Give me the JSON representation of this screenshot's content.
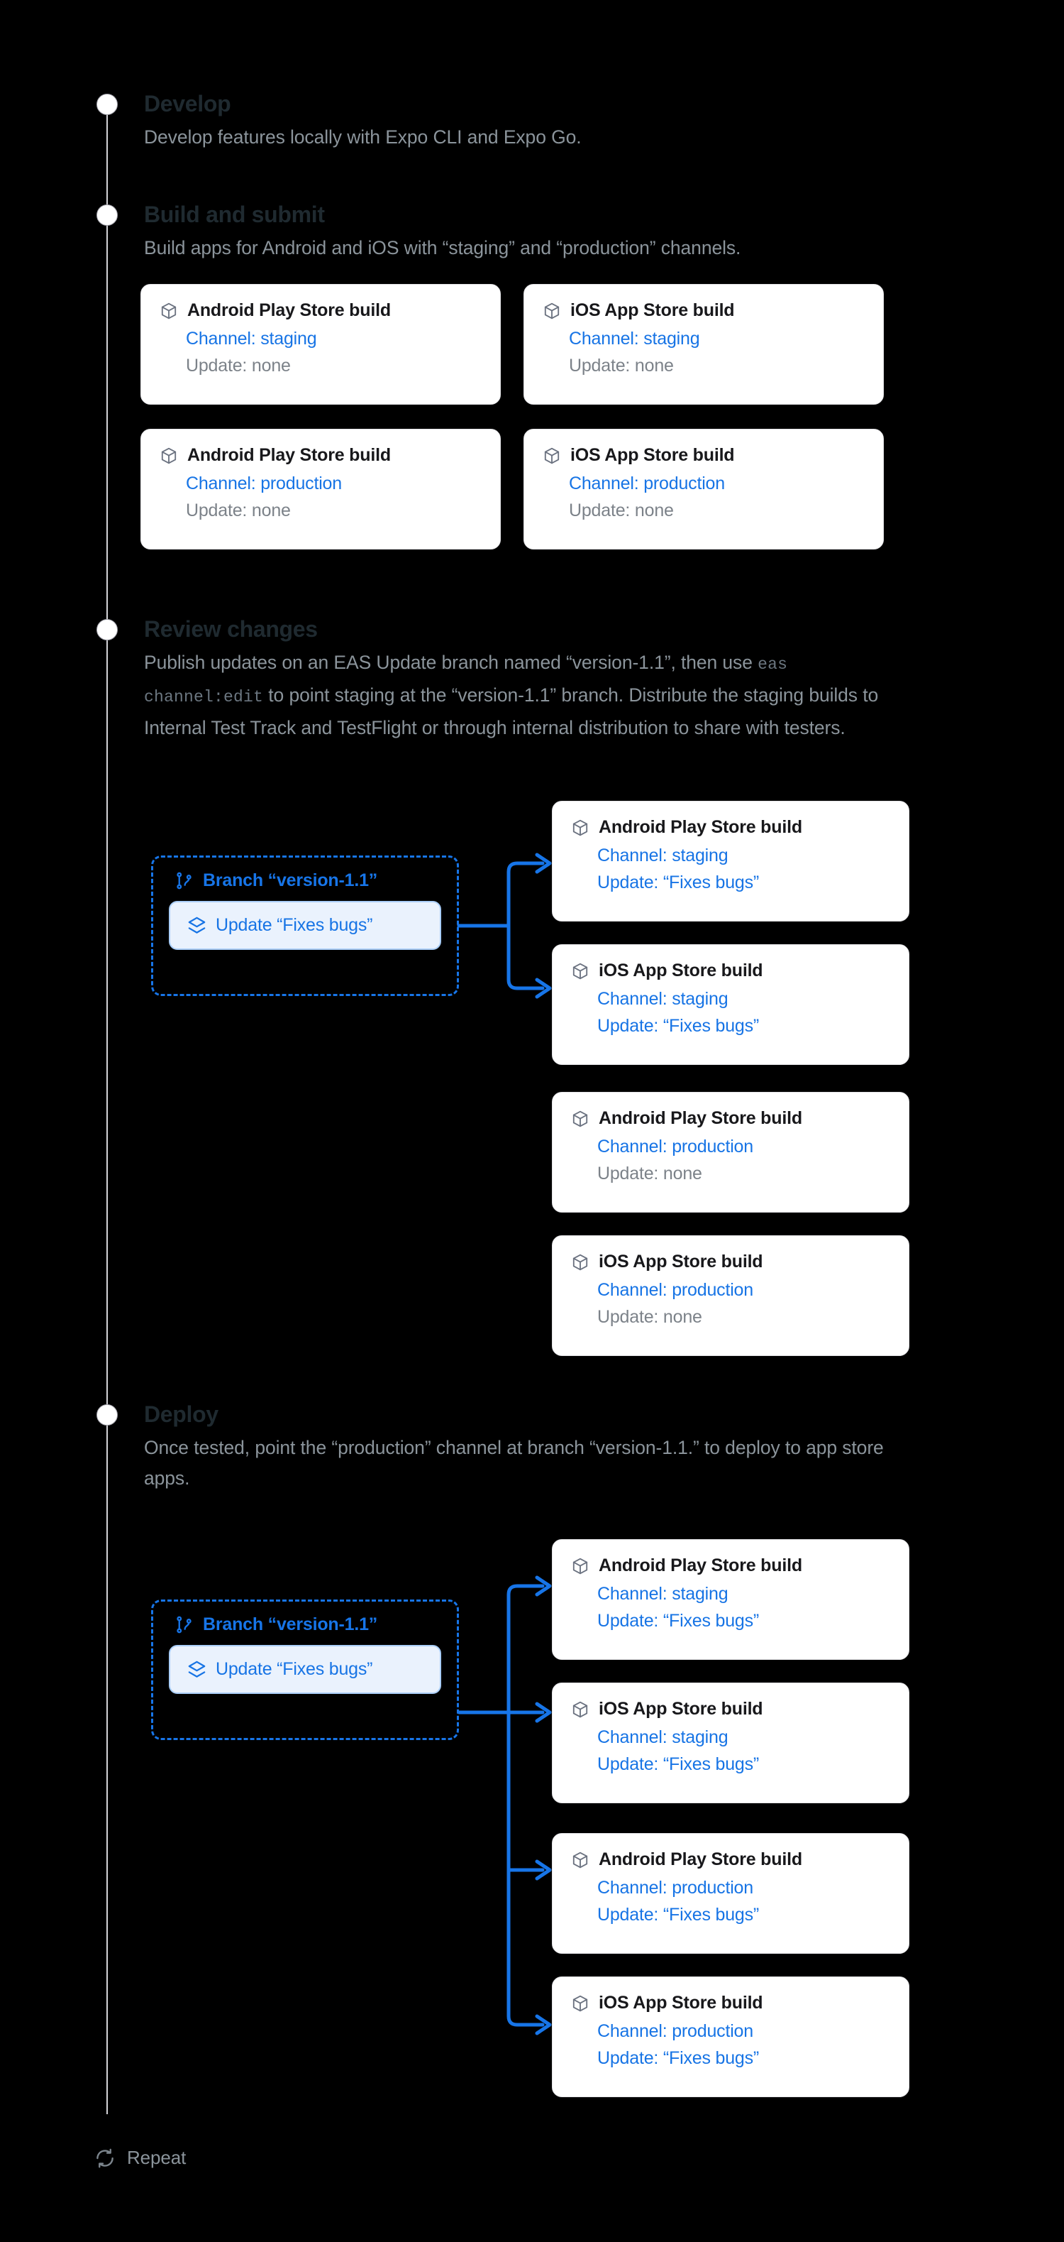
{
  "theme": {
    "background": "#000000",
    "accent_blue": "#1774e5",
    "muted_text": "#8b949b",
    "heading_text": "#1f2a30",
    "card_bg": "#ffffff",
    "rail": "#d4d4d8"
  },
  "steps": [
    {
      "id": "develop",
      "heading": "Develop",
      "body": "Develop features locally with Expo CLI and Expo Go."
    },
    {
      "id": "build-and-submit",
      "heading": "Build and submit",
      "body": "Build apps for Android and iOS with “staging” and “production” channels."
    },
    {
      "id": "review-changes",
      "heading": "Review changes",
      "body_part1": "Publish updates on an EAS Update branch named “version-1.1”, then use ",
      "body_code": "eas channel:edit",
      "body_part2": " to point staging at the “version-1.1” branch. Distribute the staging builds to Internal Test Track and TestFlight or through internal distribution to share with testers."
    },
    {
      "id": "deploy",
      "heading": "Deploy",
      "body": "Once tested, point the “production” channel at branch “version-1.1.” to deploy to app store apps."
    }
  ],
  "labels": {
    "channel_prefix": "Channel:",
    "update_prefix": "Update:",
    "android_build": "Android Play Store build",
    "ios_build": "iOS App Store build",
    "cube_icon": "cube-icon",
    "branch_icon": "git-branch-icon",
    "layers_icon": "layers-icon",
    "repeat_icon": "repeat-icon"
  },
  "build_section": {
    "cards": [
      {
        "title": "Android Play Store build",
        "channel": "Channel: staging",
        "update": "Update: none",
        "update_style": "gray"
      },
      {
        "title": "iOS App Store build",
        "channel": "Channel: staging",
        "update": "Update: none",
        "update_style": "gray"
      },
      {
        "title": "Android Play Store build",
        "channel": "Channel: production",
        "update": "Update: none",
        "update_style": "gray"
      },
      {
        "title": "iOS App Store build",
        "channel": "Channel: production",
        "update": "Update: none",
        "update_style": "gray"
      }
    ]
  },
  "review_section": {
    "branch": {
      "label": "Branch “version-1.1”",
      "update": "Update “Fixes bugs”"
    },
    "cards": [
      {
        "title": "Android Play Store build",
        "channel": "Channel: staging",
        "update": "Update: “Fixes bugs”",
        "update_style": "blue"
      },
      {
        "title": "iOS App Store build",
        "channel": "Channel: staging",
        "update": "Update: “Fixes bugs”",
        "update_style": "blue"
      },
      {
        "title": "Android Play Store build",
        "channel": "Channel: production",
        "update": "Update: none",
        "update_style": "gray"
      },
      {
        "title": "iOS App Store build",
        "channel": "Channel: production",
        "update": "Update: none",
        "update_style": "gray"
      }
    ]
  },
  "deploy_section": {
    "branch": {
      "label": "Branch “version-1.1”",
      "update": "Update “Fixes bugs”"
    },
    "cards": [
      {
        "title": "Android Play Store build",
        "channel": "Channel: staging",
        "update": "Update: “Fixes bugs”",
        "update_style": "blue"
      },
      {
        "title": "iOS App Store build",
        "channel": "Channel: staging",
        "update": "Update: “Fixes bugs”",
        "update_style": "blue"
      },
      {
        "title": "Android Play Store build",
        "channel": "Channel: production",
        "update": "Update: “Fixes bugs”",
        "update_style": "blue"
      },
      {
        "title": "iOS App Store build",
        "channel": "Channel: production",
        "update": "Update: “Fixes bugs”",
        "update_style": "blue"
      }
    ]
  },
  "footer": {
    "repeat_label": "Repeat"
  }
}
